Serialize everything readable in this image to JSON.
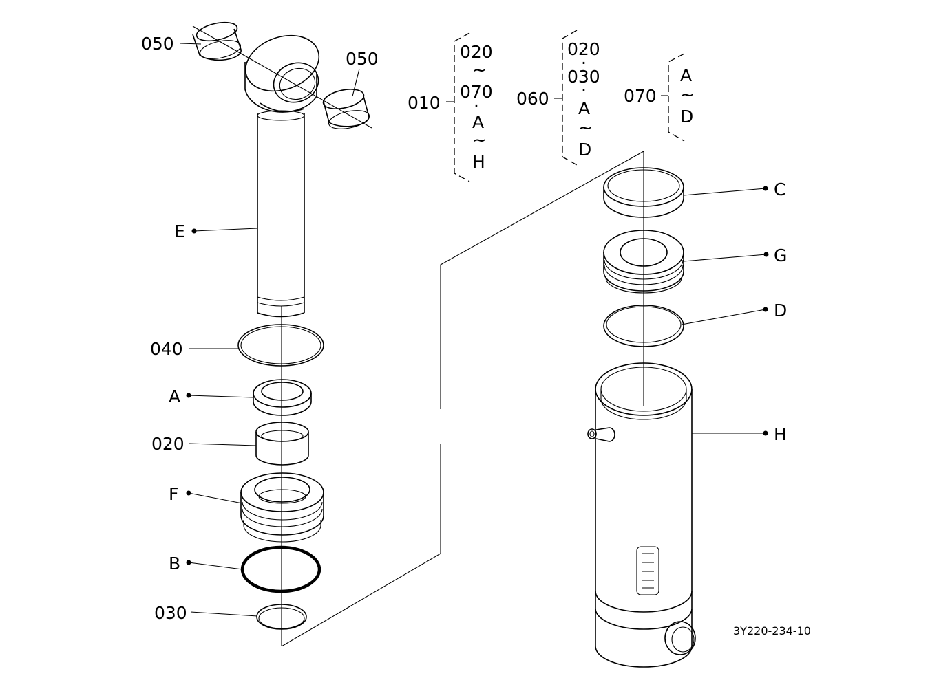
{
  "drawing_id": "3Y220-234-10",
  "left_labels": {
    "p050a": "050",
    "p050b": "050",
    "pE": "E",
    "p040": "040",
    "pA": "A",
    "p020": "020",
    "pF": "F",
    "pB": "B",
    "p030": "030"
  },
  "right_labels": {
    "pC": "C",
    "pG": "G",
    "pD": "D",
    "pH": "H"
  },
  "legend": {
    "g010": {
      "code": "010",
      "l1": "020",
      "s1": "~",
      "l2": "070",
      "s2": "·",
      "l3": "A",
      "s3": "~",
      "l4": "H"
    },
    "g060": {
      "code": "060",
      "l1": "020",
      "s1": "·",
      "l2": "030",
      "s2": "·",
      "l3": "A",
      "s3": "~",
      "l4": "D"
    },
    "g070": {
      "code": "070",
      "l1": "A",
      "s1": "~",
      "l2": "D"
    }
  },
  "colors": {
    "line": "#000000",
    "background": "#ffffff"
  }
}
